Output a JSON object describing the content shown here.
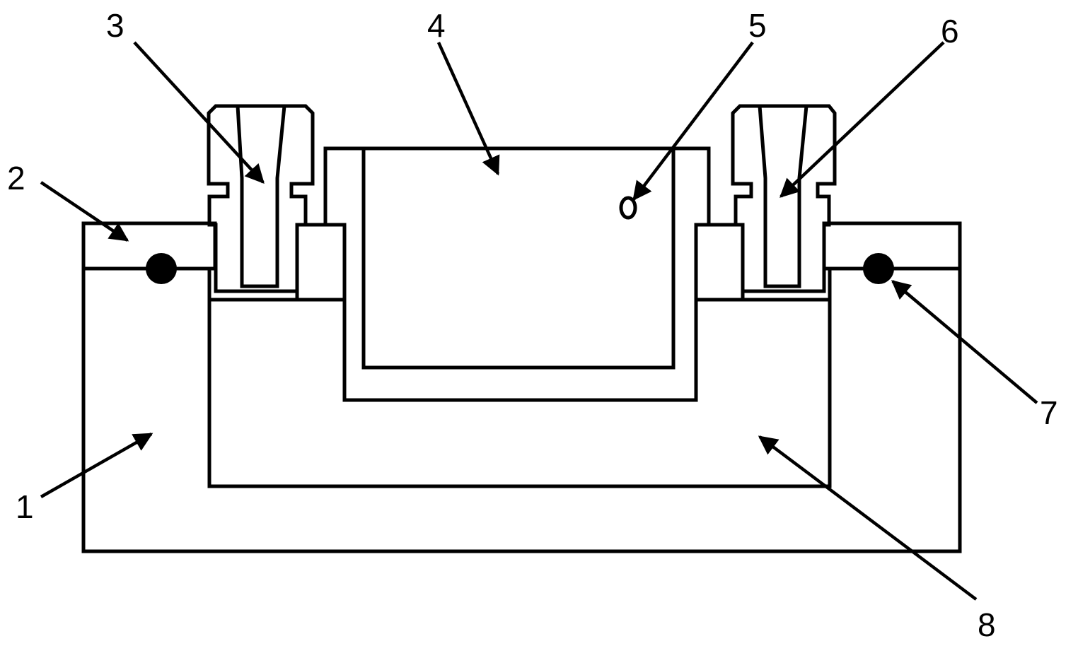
{
  "labels": {
    "l1": "1",
    "l2": "2",
    "l3": "3",
    "l4": "4",
    "l5": "5",
    "l6": "6",
    "l7": "7",
    "l8": "8"
  },
  "colors": {
    "line": "#000000",
    "background": "#ffffff"
  }
}
